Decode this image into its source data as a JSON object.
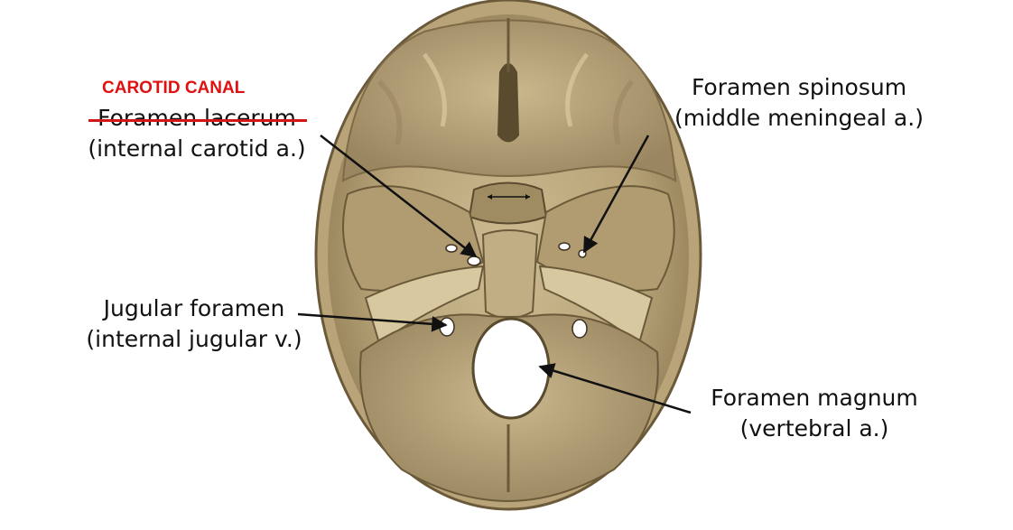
{
  "labels": {
    "correction": "CAROTID CANAL",
    "carotid": {
      "title": "Foramen lacerum",
      "sub": "(internal carotid a.)"
    },
    "spinosum": {
      "title": "Foramen spinosum",
      "sub": "(middle meningeal a.)"
    },
    "jugular": {
      "title": "Jugular foramen",
      "sub": "(internal jugular v.)"
    },
    "magnum": {
      "title": "Foramen magnum",
      "sub": "(vertebral a.)"
    }
  },
  "colors": {
    "bone_light": "#cdbb92",
    "bone_dark": "#6b5a3a",
    "correction_red": "#e01010",
    "arrow": "#111111"
  }
}
